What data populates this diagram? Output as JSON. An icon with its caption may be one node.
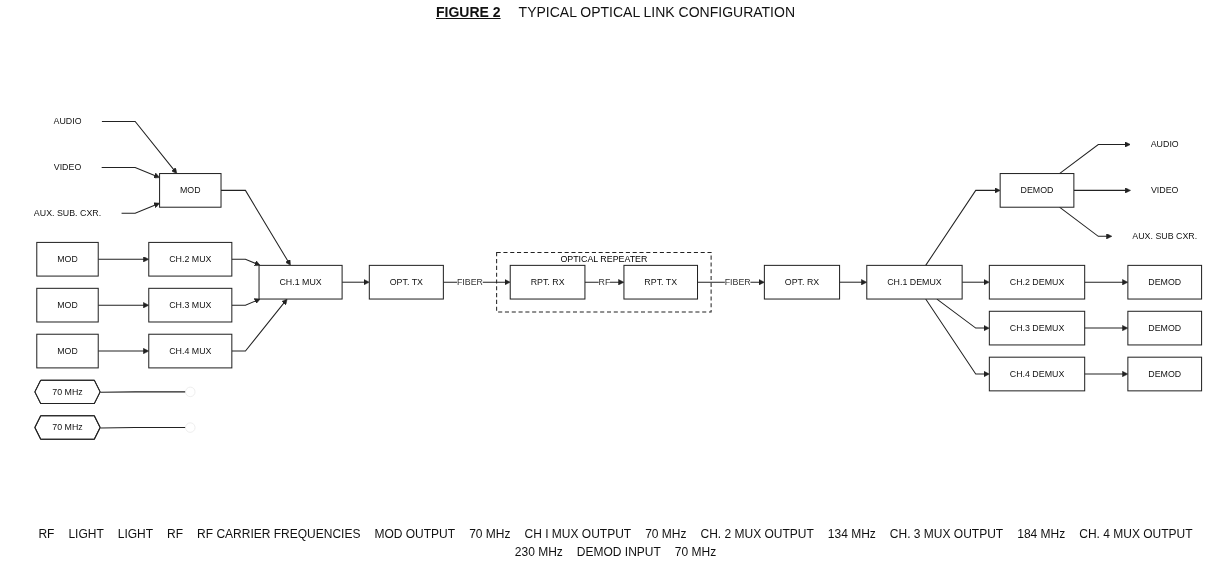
{
  "diagram": {
    "title": "FIGURE 2",
    "caption": "TYPICAL OPTICAL LINK CONFIGURATION",
    "nodes": [
      {
        "text": [
          "AUDIO"
        ]
      },
      {
        "text": [
          "VIDEO"
        ]
      },
      {
        "text": [
          "AUX. SUB. CXR."
        ]
      },
      {
        "text": [
          "MOD"
        ]
      },
      {
        "text": [
          "CH.1 MUX"
        ]
      },
      {
        "text": [
          "OPT. TX"
        ]
      },
      {
        "text": [
          "MOD"
        ]
      },
      {
        "text": [
          "CH.2 MUX"
        ]
      },
      {
        "text": [
          "MOD"
        ]
      },
      {
        "text": [
          "CH.3 MUX"
        ]
      },
      {
        "text": [
          "MOD"
        ]
      },
      {
        "text": [
          "CH.4 MUX"
        ]
      },
      {
        "text": [
          "70 MHz"
        ]
      },
      {
        "text": [
          "OPTICAL REPEATER"
        ]
      },
      {
        "text": [
          "RPT. RX"
        ],
        "in": 13
      },
      {
        "text": [
          "RPT. TX"
        ],
        "in": 13
      },
      {
        "text": [
          "OPT. RX"
        ]
      },
      {
        "text": [
          "CH.1 DEMUX"
        ]
      },
      {
        "text": [
          "CH.2 DEMUX"
        ]
      },
      {
        "text": [
          "CH.3 DEMUX"
        ]
      },
      {
        "text": [
          "CH.4 DEMUX"
        ]
      },
      {
        "text": [
          "DEMOD"
        ]
      },
      {
        "text": [
          "DEMOD"
        ]
      },
      {
        "text": [
          "DEMOD"
        ]
      },
      {
        "text": [
          "DEMOD"
        ]
      },
      {
        "text": [
          "AUDIO"
        ]
      },
      {
        "text": [
          "VIDEO"
        ]
      },
      {
        "text": [
          "AUX. SUB CXR."
        ]
      },
      {
        "text": [
          "70 MHz"
        ]
      }
    ],
    "edges": [
      {
        "from": 0,
        "to": 3,
        "arrow": "to"
      },
      {
        "from": 1,
        "to": 3,
        "arrow": "to"
      },
      {
        "from": 2,
        "to": 3,
        "arrow": "to"
      },
      {
        "from": 3,
        "to": 4,
        "arrow": "to"
      },
      {
        "from": 7,
        "to": 4,
        "arrow": "to"
      },
      {
        "from": 9,
        "to": 4,
        "arrow": "to"
      },
      {
        "from": 11,
        "to": 4,
        "arrow": "to"
      },
      {
        "from": 6,
        "to": 7,
        "arrow": "to"
      },
      {
        "from": 8,
        "to": 9,
        "arrow": "to"
      },
      {
        "from": 10,
        "to": 11,
        "arrow": "to"
      },
      {
        "from": 12,
        "to": null,
        "arrow": "none"
      },
      {
        "from": 4,
        "to": 5,
        "arrow": "to"
      },
      {
        "from": 5,
        "to": 14,
        "label": "FIBER",
        "arrow": "to"
      },
      {
        "from": 14,
        "to": 15,
        "label": "RF",
        "arrow": "to"
      },
      {
        "from": 15,
        "to": 16,
        "label": "FIBER",
        "arrow": "to"
      },
      {
        "from": 16,
        "to": 17,
        "arrow": "to"
      },
      {
        "from": 17,
        "to": 21,
        "arrow": "to"
      },
      {
        "from": 17,
        "to": 18,
        "arrow": "to"
      },
      {
        "from": 17,
        "to": 19,
        "arrow": "to"
      },
      {
        "from": 17,
        "to": 20,
        "arrow": "to"
      },
      {
        "from": 18,
        "to": 22,
        "arrow": "to"
      },
      {
        "from": 19,
        "to": 23,
        "arrow": "to"
      },
      {
        "from": 20,
        "to": 24,
        "arrow": "to"
      },
      {
        "from": 28,
        "to": null,
        "arrow": "none"
      },
      {
        "from": 21,
        "to": 25,
        "arrow": "to"
      },
      {
        "from": 21,
        "to": 26,
        "arrow": "to"
      },
      {
        "from": 21,
        "to": 27,
        "arrow": "to"
      }
    ],
    "labels": [
      "RF",
      "LIGHT",
      "LIGHT",
      "RF",
      "RF CARRIER FREQUENCIES",
      "MOD OUTPUT",
      "70 MHz",
      "CH I MUX OUTPUT",
      "70 MHz",
      "CH. 2 MUX OUTPUT",
      "134 MHz",
      "CH. 3 MUX OUTPUT",
      "184 MHz",
      "CH. 4 MUX OUTPUT",
      "230 MHz",
      "DEMOD INPUT",
      "70 MHz"
    ]
  }
}
